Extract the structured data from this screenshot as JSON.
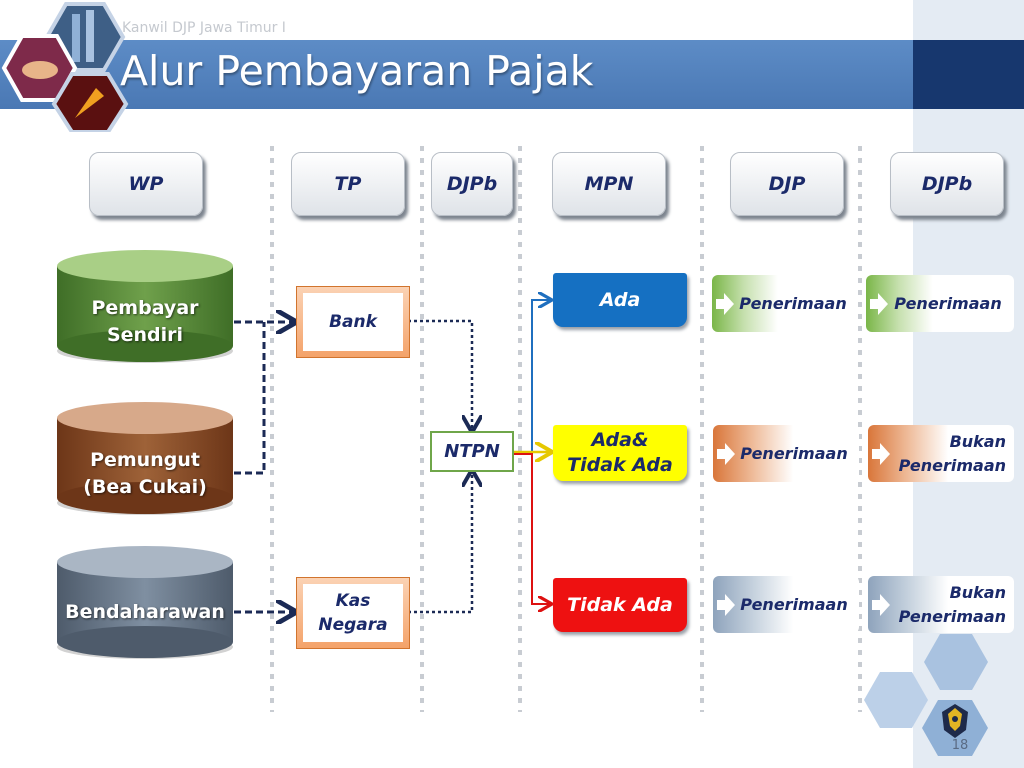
{
  "header": {
    "org": "Kanwil DJP Jawa Timur I",
    "title": "Alur Pembayaran Pajak"
  },
  "columns": [
    "WP",
    "TP",
    "DJPb",
    "MPN",
    "DJP",
    "DJPb"
  ],
  "payers": [
    "Pembayar\nSendiri",
    "Pemungut\n(Bea Cukai)",
    "Bendaharawan"
  ],
  "payer_colors": [
    "#5f8d3e",
    "#8b4e2c",
    "#6d7c8e"
  ],
  "tp_boxes": [
    "Bank",
    "Kas\nNegara"
  ],
  "ntpn": "NTPN",
  "mpn_results": [
    {
      "label": "Ada",
      "fill": "#1570c2",
      "text_color": "#ffffff"
    },
    {
      "label": "Ada&\nTidak Ada",
      "fill": "#ffff00",
      "text_color": "#1b2a6a"
    },
    {
      "label": "Tidak Ada",
      "fill": "#ee1111",
      "text_color": "#ffffff"
    }
  ],
  "outcomes": [
    {
      "djp": "Penerimaan",
      "djpb": "Penerimaan"
    },
    {
      "djp": "Penerimaan",
      "djpb": "Bukan\nPenerimaan"
    },
    {
      "djp": "Penerimaan",
      "djpb": "Bukan\nPenerimaan"
    }
  ],
  "page_number": "18"
}
